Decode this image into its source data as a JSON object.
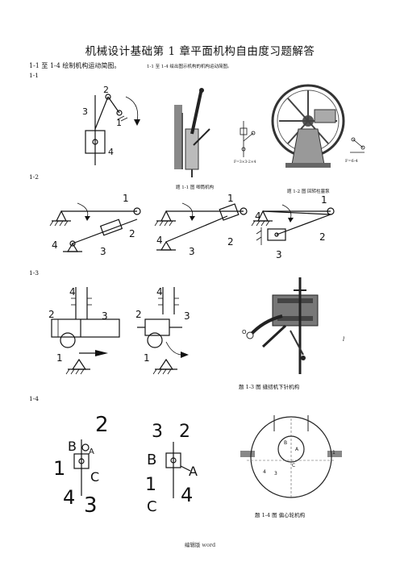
{
  "doc": {
    "title": "机械设计基础第 1 章平面机构自由度习题解答",
    "left_header": "1-1 至 1-4  绘制机构运动简图。",
    "right_header": "1-1 至 1-4  绘出图示机构的机构运动简图。",
    "footer": "编辑版 word"
  },
  "sections": [
    {
      "label": "1-1"
    },
    {
      "label": "1-2"
    },
    {
      "label": "1-3"
    },
    {
      "label": "1-4"
    }
  ],
  "captions": {
    "c1": "题 1-1 图    唧筒机构",
    "c2": "题 1-2 图    回转柱塞泵",
    "c3": "题 1-3 图    缝纫机下针机构",
    "c4": "题 1-4 图    偏心轮机构"
  },
  "photo_labels": {
    "f1": "F=6-4",
    "f1b": "F=3×3-2×4",
    "l": "l"
  },
  "diagram_numbers": {
    "n1": "1",
    "n2": "2",
    "n3": "3",
    "n4": "4",
    "A": "A",
    "B": "B",
    "C": "C"
  }
}
